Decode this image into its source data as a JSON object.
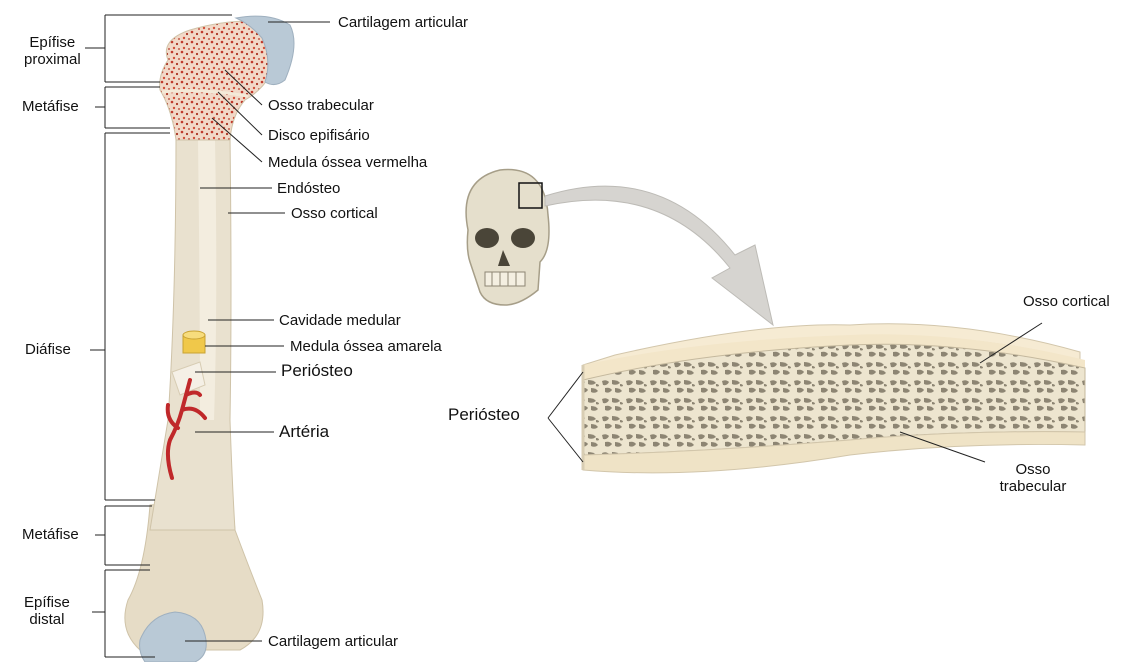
{
  "regions": {
    "proximal_epiphysis": [
      "Epífise",
      "proximal"
    ],
    "metaphysis_top": "Metáfise",
    "diaphysis": "Diáfise",
    "metaphysis_bottom": "Metáfise",
    "distal_epiphysis": [
      "Epífise",
      "distal"
    ]
  },
  "bone_labels": {
    "articular_cartilage_top": "Cartilagem articular",
    "trabecular_bone": "Osso trabecular",
    "epiphyseal_plate": "Disco epifisário",
    "red_marrow": "Medula óssea vermelha",
    "endosteum": "Endósteo",
    "compact_bone": "Osso cortical",
    "medullary_cavity": "Cavidade medular",
    "yellow_marrow": "Medula óssea amarela",
    "periosteum": "Periósteo",
    "artery": "Artéria",
    "articular_cartilage_bottom": "Cartilagem articular"
  },
  "section_labels": {
    "compact_bone": "Osso cortical",
    "periosteum": "Periósteo",
    "trabecular_bone": [
      "Osso",
      "trabecular"
    ]
  },
  "colors": {
    "bone": "#e9e1cf",
    "bone_shade": "#d9cfb8",
    "cartilage": "#b9c9d6",
    "red_marrow": "#c0392b",
    "yellow_marrow": "#f0c84a",
    "artery": "#c0282a",
    "section_top": "#f6ebd3",
    "spongy_fill": "#8a8271"
  }
}
